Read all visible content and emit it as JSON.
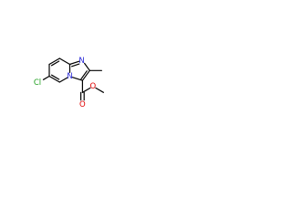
{
  "molecule": {
    "atoms": {
      "cl": "Cl",
      "ring_n_top": "N",
      "ring_n_bridge": "N",
      "carbonyl_o": "O",
      "ester_o": "O"
    },
    "colors": {
      "bond": "#000000",
      "carbon": "#000000",
      "nitrogen": "#1f1fd6",
      "oxygen": "#e00000",
      "chlorine": "#20a020"
    }
  }
}
